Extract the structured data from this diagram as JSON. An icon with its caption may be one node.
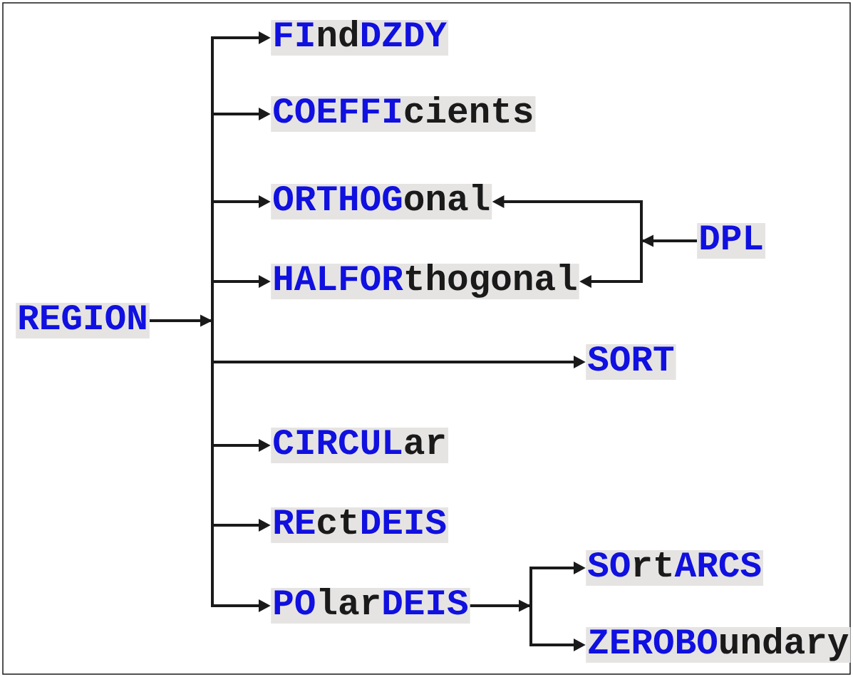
{
  "diagram": {
    "nodes": [
      {
        "text": [
          "REGION"
        ]
      },
      {
        "text": [
          "FIndDZDY"
        ]
      },
      {
        "text": [
          "COEFFIcients"
        ]
      },
      {
        "text": [
          "ORTHOGonal"
        ]
      },
      {
        "text": [
          "HALFORthogonal"
        ]
      },
      {
        "text": [
          "SORT"
        ]
      },
      {
        "text": [
          "CIRCULar"
        ]
      },
      {
        "text": [
          "REctDEIS"
        ]
      },
      {
        "text": [
          "POlarDEIS"
        ]
      },
      {
        "text": [
          "DPL"
        ]
      },
      {
        "text": [
          "SOrtARCS"
        ]
      },
      {
        "text": [
          "ZEROBOundary"
        ]
      }
    ],
    "edges": [
      {
        "from": 0,
        "to": 1,
        "arrow": "to"
      },
      {
        "from": 0,
        "to": 2,
        "arrow": "to"
      },
      {
        "from": 0,
        "to": 3,
        "arrow": "to"
      },
      {
        "from": 0,
        "to": 4,
        "arrow": "to"
      },
      {
        "from": 0,
        "to": 5,
        "arrow": "to"
      },
      {
        "from": 0,
        "to": 6,
        "arrow": "to"
      },
      {
        "from": 0,
        "to": 7,
        "arrow": "to"
      },
      {
        "from": 0,
        "to": 8,
        "arrow": "to"
      },
      {
        "from": 9,
        "to": 3,
        "arrow": "to"
      },
      {
        "from": 9,
        "to": 4,
        "arrow": "to"
      },
      {
        "from": 8,
        "to": 10,
        "arrow": "to"
      },
      {
        "from": 8,
        "to": 11,
        "arrow": "to"
      }
    ]
  }
}
